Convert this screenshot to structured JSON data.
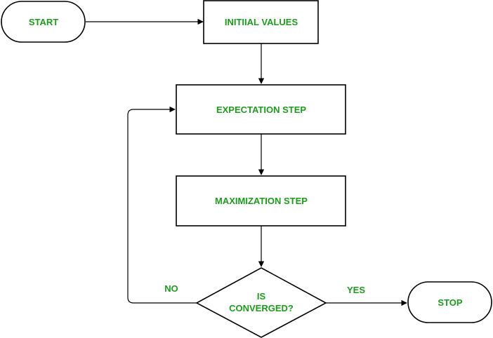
{
  "nodes": {
    "start": "START",
    "initial_values": "INITIIAL VALUES",
    "expectation": "EXPECTATION STEP",
    "maximization": "MAXIMIZATION STEP",
    "decision_line1": "IS",
    "decision_line2": "CONVERGED?",
    "stop": "STOP"
  },
  "edges": {
    "no": "NO",
    "yes": "YES"
  },
  "colors": {
    "text": "#1a9e1a",
    "stroke": "#000000",
    "fill": "#ffffff"
  }
}
